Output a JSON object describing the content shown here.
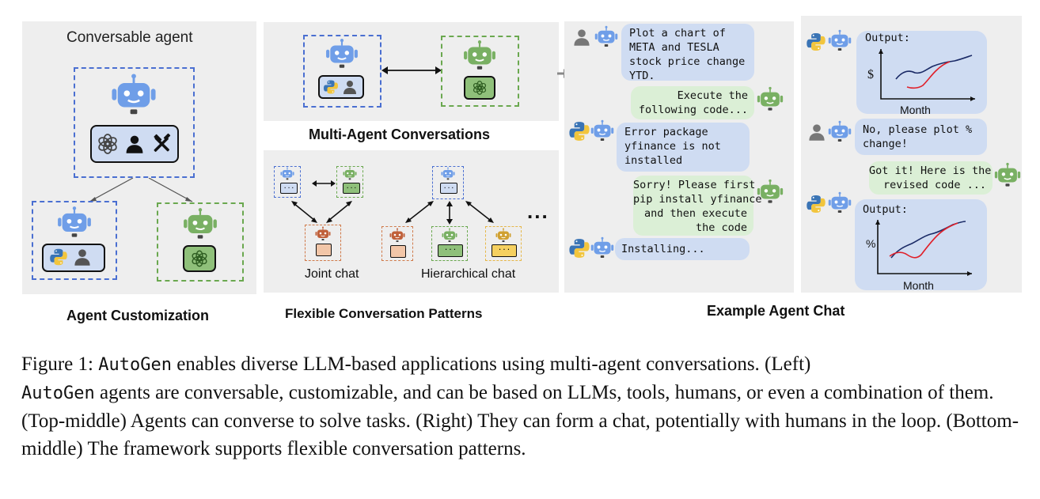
{
  "left_panel": {
    "title": "Conversable agent",
    "label": "Agent Customization"
  },
  "middle_panel": {
    "top_label": "Multi-Agent Conversations",
    "joint_label": "Joint chat",
    "hier_label": "Hierarchical chat",
    "ellipsis": "...",
    "bottom_label": "Flexible Conversation Patterns",
    "small_box_text": "..."
  },
  "chat_panel": {
    "label": "Example Agent Chat",
    "messages": [
      "Plot a chart of\nMETA and TESLA\nstock price change\nYTD.",
      "Execute the\nfollowing code...",
      "Error package\nyfinance is not\ninstalled",
      "Sorry! Please first\npip install yfinance\nand then execute\nthe code",
      "Installing..."
    ]
  },
  "right_panel": {
    "output1_title": "Output:",
    "output1_ylabel": "$",
    "output1_xlabel": "Month",
    "message1": "No, please plot %\nchange!",
    "message2": "Got it! Here is the\nrevised code ...",
    "output2_title": "Output:",
    "output2_ylabel": "%",
    "output2_xlabel": "Month"
  },
  "caption": {
    "prefix": "Figure 1: ",
    "autogen1": "AutoGen",
    "line1_rest": " enables diverse LLM-based applications using multi-agent conversations. (Left)",
    "autogen2": "AutoGen",
    "line2_rest": " agents are conversable, customizable, and can be based on LLMs, tools, humans, or even a combination of them. (Top-middle) Agents can converse to solve tasks. (Right) They can form a chat, potentially with humans in the loop.  (Bottom-middle) The framework supports flexible conversation patterns."
  },
  "colors": {
    "panel_bg": "#eeeeee",
    "blue_robot": "#6f9ee8",
    "green_robot": "#79b063",
    "orange_robot": "#d07a4a",
    "yellow_robot": "#e6b84a",
    "blue_bubble": "#cfdcf2",
    "green_bubble": "#dbefd6",
    "chart_line_dark": "#1a2a66",
    "chart_line_red": "#e0202a"
  }
}
